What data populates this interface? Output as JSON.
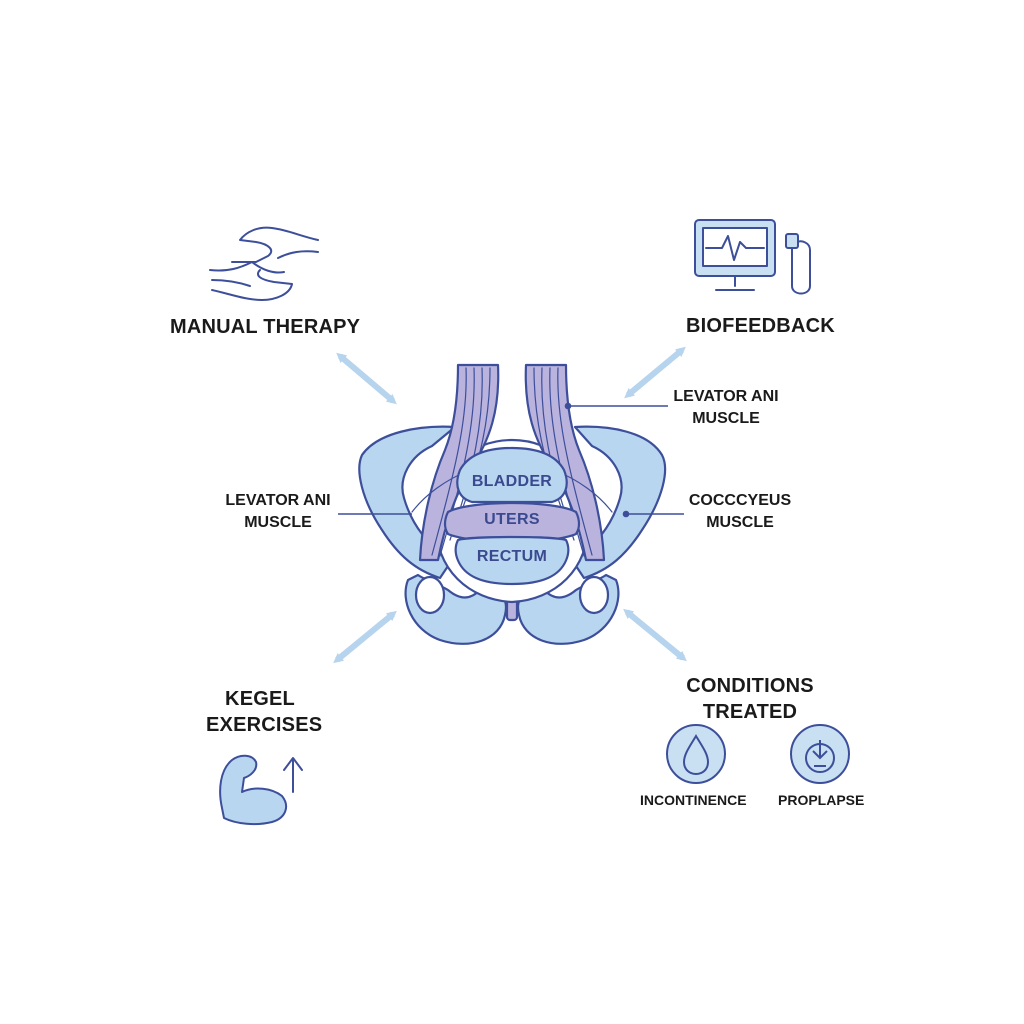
{
  "colors": {
    "outline": "#3d4f9a",
    "bone_fill": "#b8d6ef",
    "muscle_fill": "#b9b3de",
    "arrow": "#b7d4ee",
    "text": "#1a1a1a",
    "organ_text": "#3b4a8f"
  },
  "nodes": {
    "manual_therapy": {
      "label": "MANUAL THERAPY",
      "icon": "hands-icon"
    },
    "biofeedback": {
      "label": "BIOFEEDBACK",
      "icon": "monitor-icon"
    },
    "kegel": {
      "label_line1": "KEGEL",
      "label_line2": "EXERCISES",
      "icon": "flexed-arm-icon"
    },
    "conditions": {
      "label_line1": "CONDITIONS",
      "label_line2": "TREATED",
      "items": [
        {
          "label": "INCONTINENCE",
          "icon": "droplet-icon"
        },
        {
          "label": "PROPLAPSE",
          "icon": "down-arrow-circle-icon"
        }
      ]
    }
  },
  "anatomy": {
    "organs": [
      "BLADDER",
      "UTERS",
      "RECTUM"
    ],
    "callouts": {
      "left": {
        "line1": "LEVATOR ANI",
        "line2": "MUSCLE"
      },
      "right_top": {
        "line1": "LEVATOR ANI",
        "line2": "MUSCLE"
      },
      "right_mid": {
        "line1": "COCCCYEUS",
        "line2": "MUSCLE"
      }
    }
  }
}
